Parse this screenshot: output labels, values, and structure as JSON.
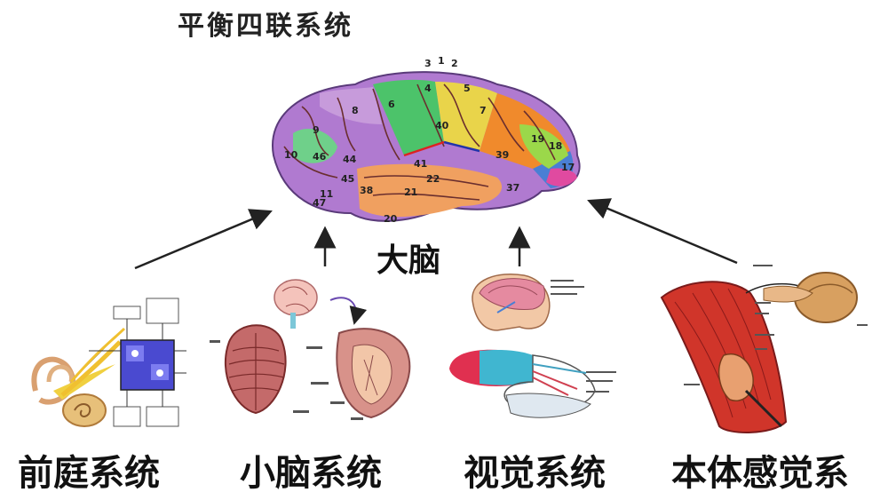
{
  "title": "平衡四联系统",
  "center": {
    "label": "大脑"
  },
  "brain_area_numbers": [
    "3",
    "1",
    "2",
    "4",
    "5",
    "6",
    "7",
    "8",
    "9",
    "10",
    "11",
    "17",
    "18",
    "19",
    "20",
    "21",
    "22",
    "37",
    "38",
    "39",
    "40",
    "41",
    "44",
    "45",
    "46",
    "47"
  ],
  "systems": [
    {
      "label": "前庭系统"
    },
    {
      "label": "小脑系统"
    },
    {
      "label": "视觉系统"
    },
    {
      "label": "本体感觉系"
    }
  ],
  "colors": {
    "arrow": "#222222",
    "brain_purple": "#8b4fb8",
    "brain_green": "#4cc36a",
    "brain_yellow": "#e9d44a",
    "brain_orange": "#f08a2c",
    "brain_blue": "#4a7fd4",
    "muscle_red": "#d0352a"
  }
}
